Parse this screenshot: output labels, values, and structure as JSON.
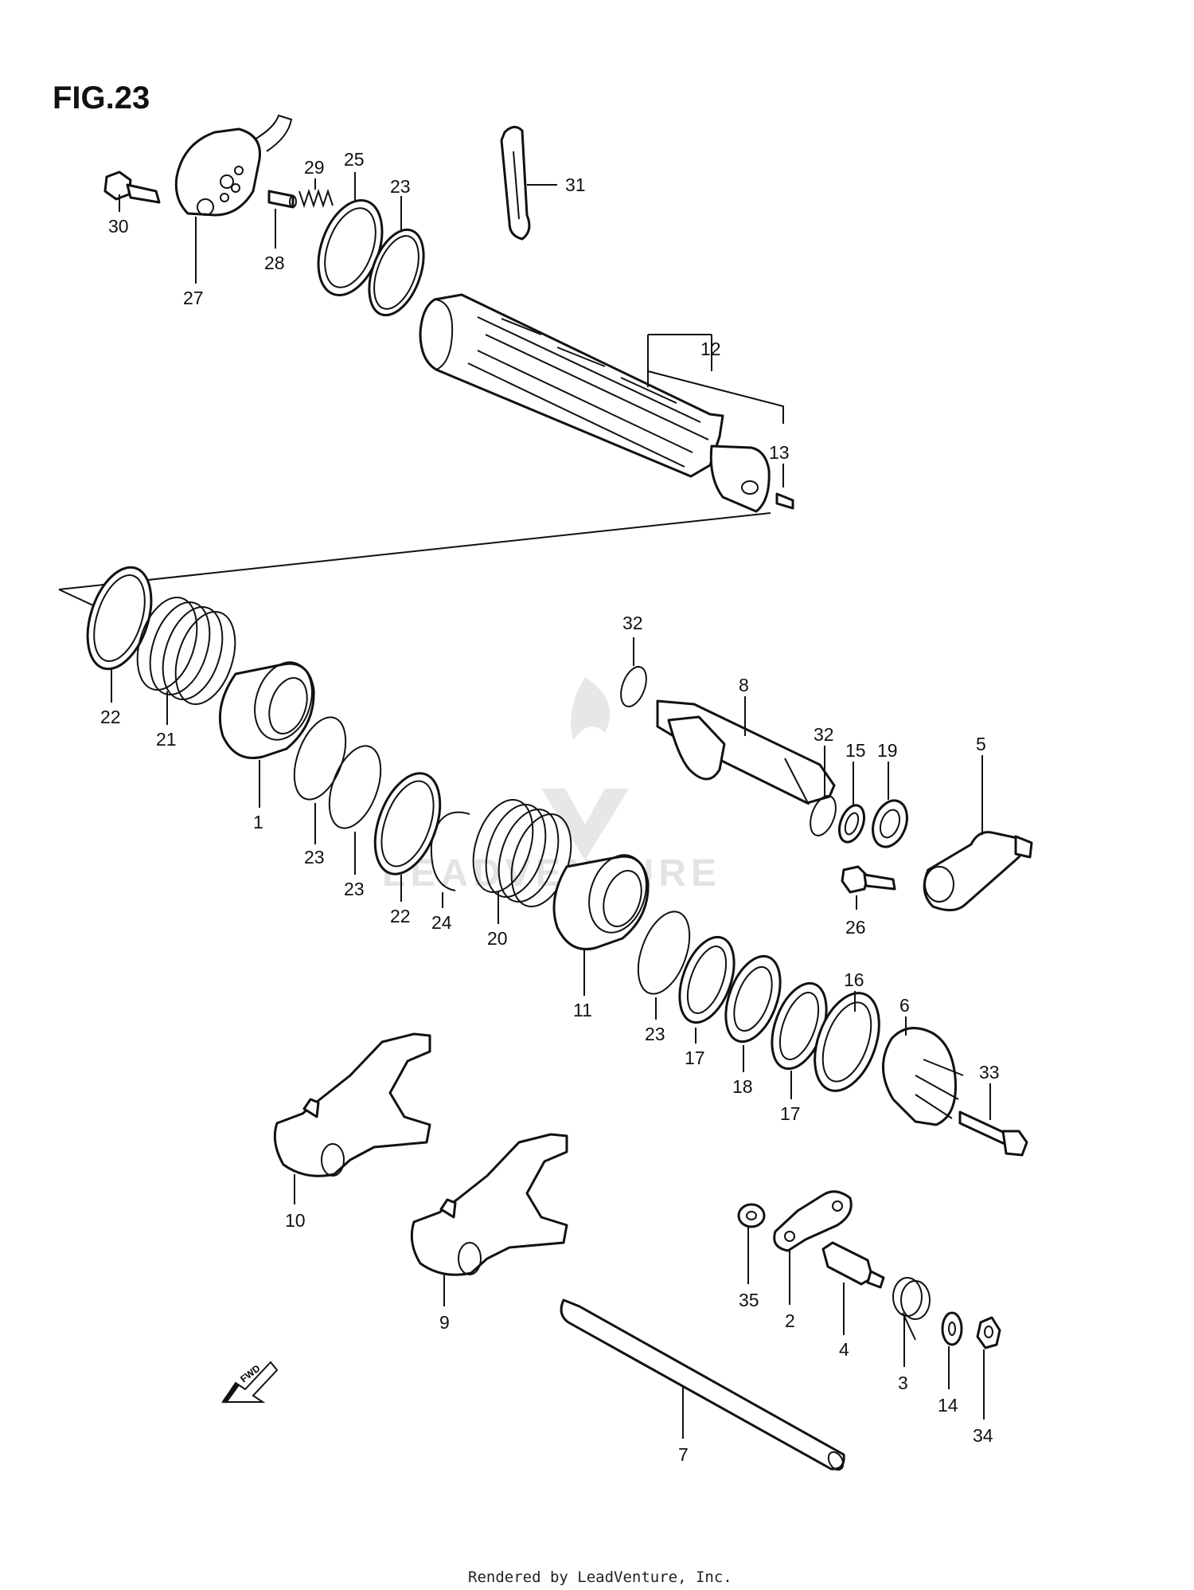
{
  "figure_title": "FIG.23",
  "footer": "Rendered by LeadVenture, Inc.",
  "watermark": "LEADVENTURE",
  "fwd_label": "FWD",
  "callouts": [
    {
      "id": "c30",
      "text": "30"
    },
    {
      "id": "c27",
      "text": "27"
    },
    {
      "id": "c28",
      "text": "28"
    },
    {
      "id": "c29",
      "text": "29"
    },
    {
      "id": "c25",
      "text": "25"
    },
    {
      "id": "c23a",
      "text": "23"
    },
    {
      "id": "c31",
      "text": "31"
    },
    {
      "id": "c12",
      "text": "12"
    },
    {
      "id": "c13",
      "text": "13"
    },
    {
      "id": "c22a",
      "text": "22"
    },
    {
      "id": "c21",
      "text": "21"
    },
    {
      "id": "c1",
      "text": "1"
    },
    {
      "id": "c23b",
      "text": "23"
    },
    {
      "id": "c23c",
      "text": "23"
    },
    {
      "id": "c22b",
      "text": "22"
    },
    {
      "id": "c24",
      "text": "24"
    },
    {
      "id": "c20",
      "text": "20"
    },
    {
      "id": "c11",
      "text": "11"
    },
    {
      "id": "c23d",
      "text": "23"
    },
    {
      "id": "c17a",
      "text": "17"
    },
    {
      "id": "c18",
      "text": "18"
    },
    {
      "id": "c17b",
      "text": "17"
    },
    {
      "id": "c16",
      "text": "16"
    },
    {
      "id": "c6",
      "text": "6"
    },
    {
      "id": "c33",
      "text": "33"
    },
    {
      "id": "c32a",
      "text": "32"
    },
    {
      "id": "c8",
      "text": "8"
    },
    {
      "id": "c32b",
      "text": "32"
    },
    {
      "id": "c15",
      "text": "15"
    },
    {
      "id": "c19",
      "text": "19"
    },
    {
      "id": "c5",
      "text": "5"
    },
    {
      "id": "c26",
      "text": "26"
    },
    {
      "id": "c10",
      "text": "10"
    },
    {
      "id": "c9",
      "text": "9"
    },
    {
      "id": "c35",
      "text": "35"
    },
    {
      "id": "c2",
      "text": "2"
    },
    {
      "id": "c4",
      "text": "4"
    },
    {
      "id": "c3",
      "text": "3"
    },
    {
      "id": "c14",
      "text": "14"
    },
    {
      "id": "c34",
      "text": "34"
    },
    {
      "id": "c7",
      "text": "7"
    }
  ]
}
